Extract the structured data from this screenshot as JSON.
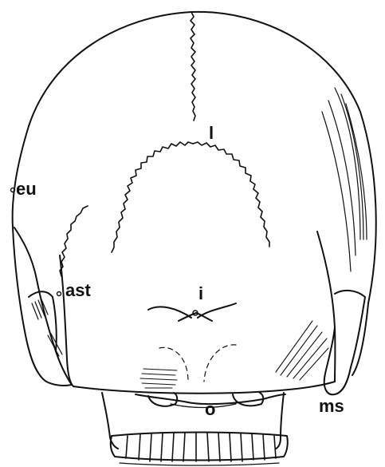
{
  "figure": {
    "ink_color": "#111111",
    "background_color": "#ffffff"
  },
  "labels": {
    "lambda": "l",
    "euryon": "eu",
    "asterion": "ast",
    "inion": "i",
    "opisthion": "o",
    "mastoidale": "ms"
  }
}
